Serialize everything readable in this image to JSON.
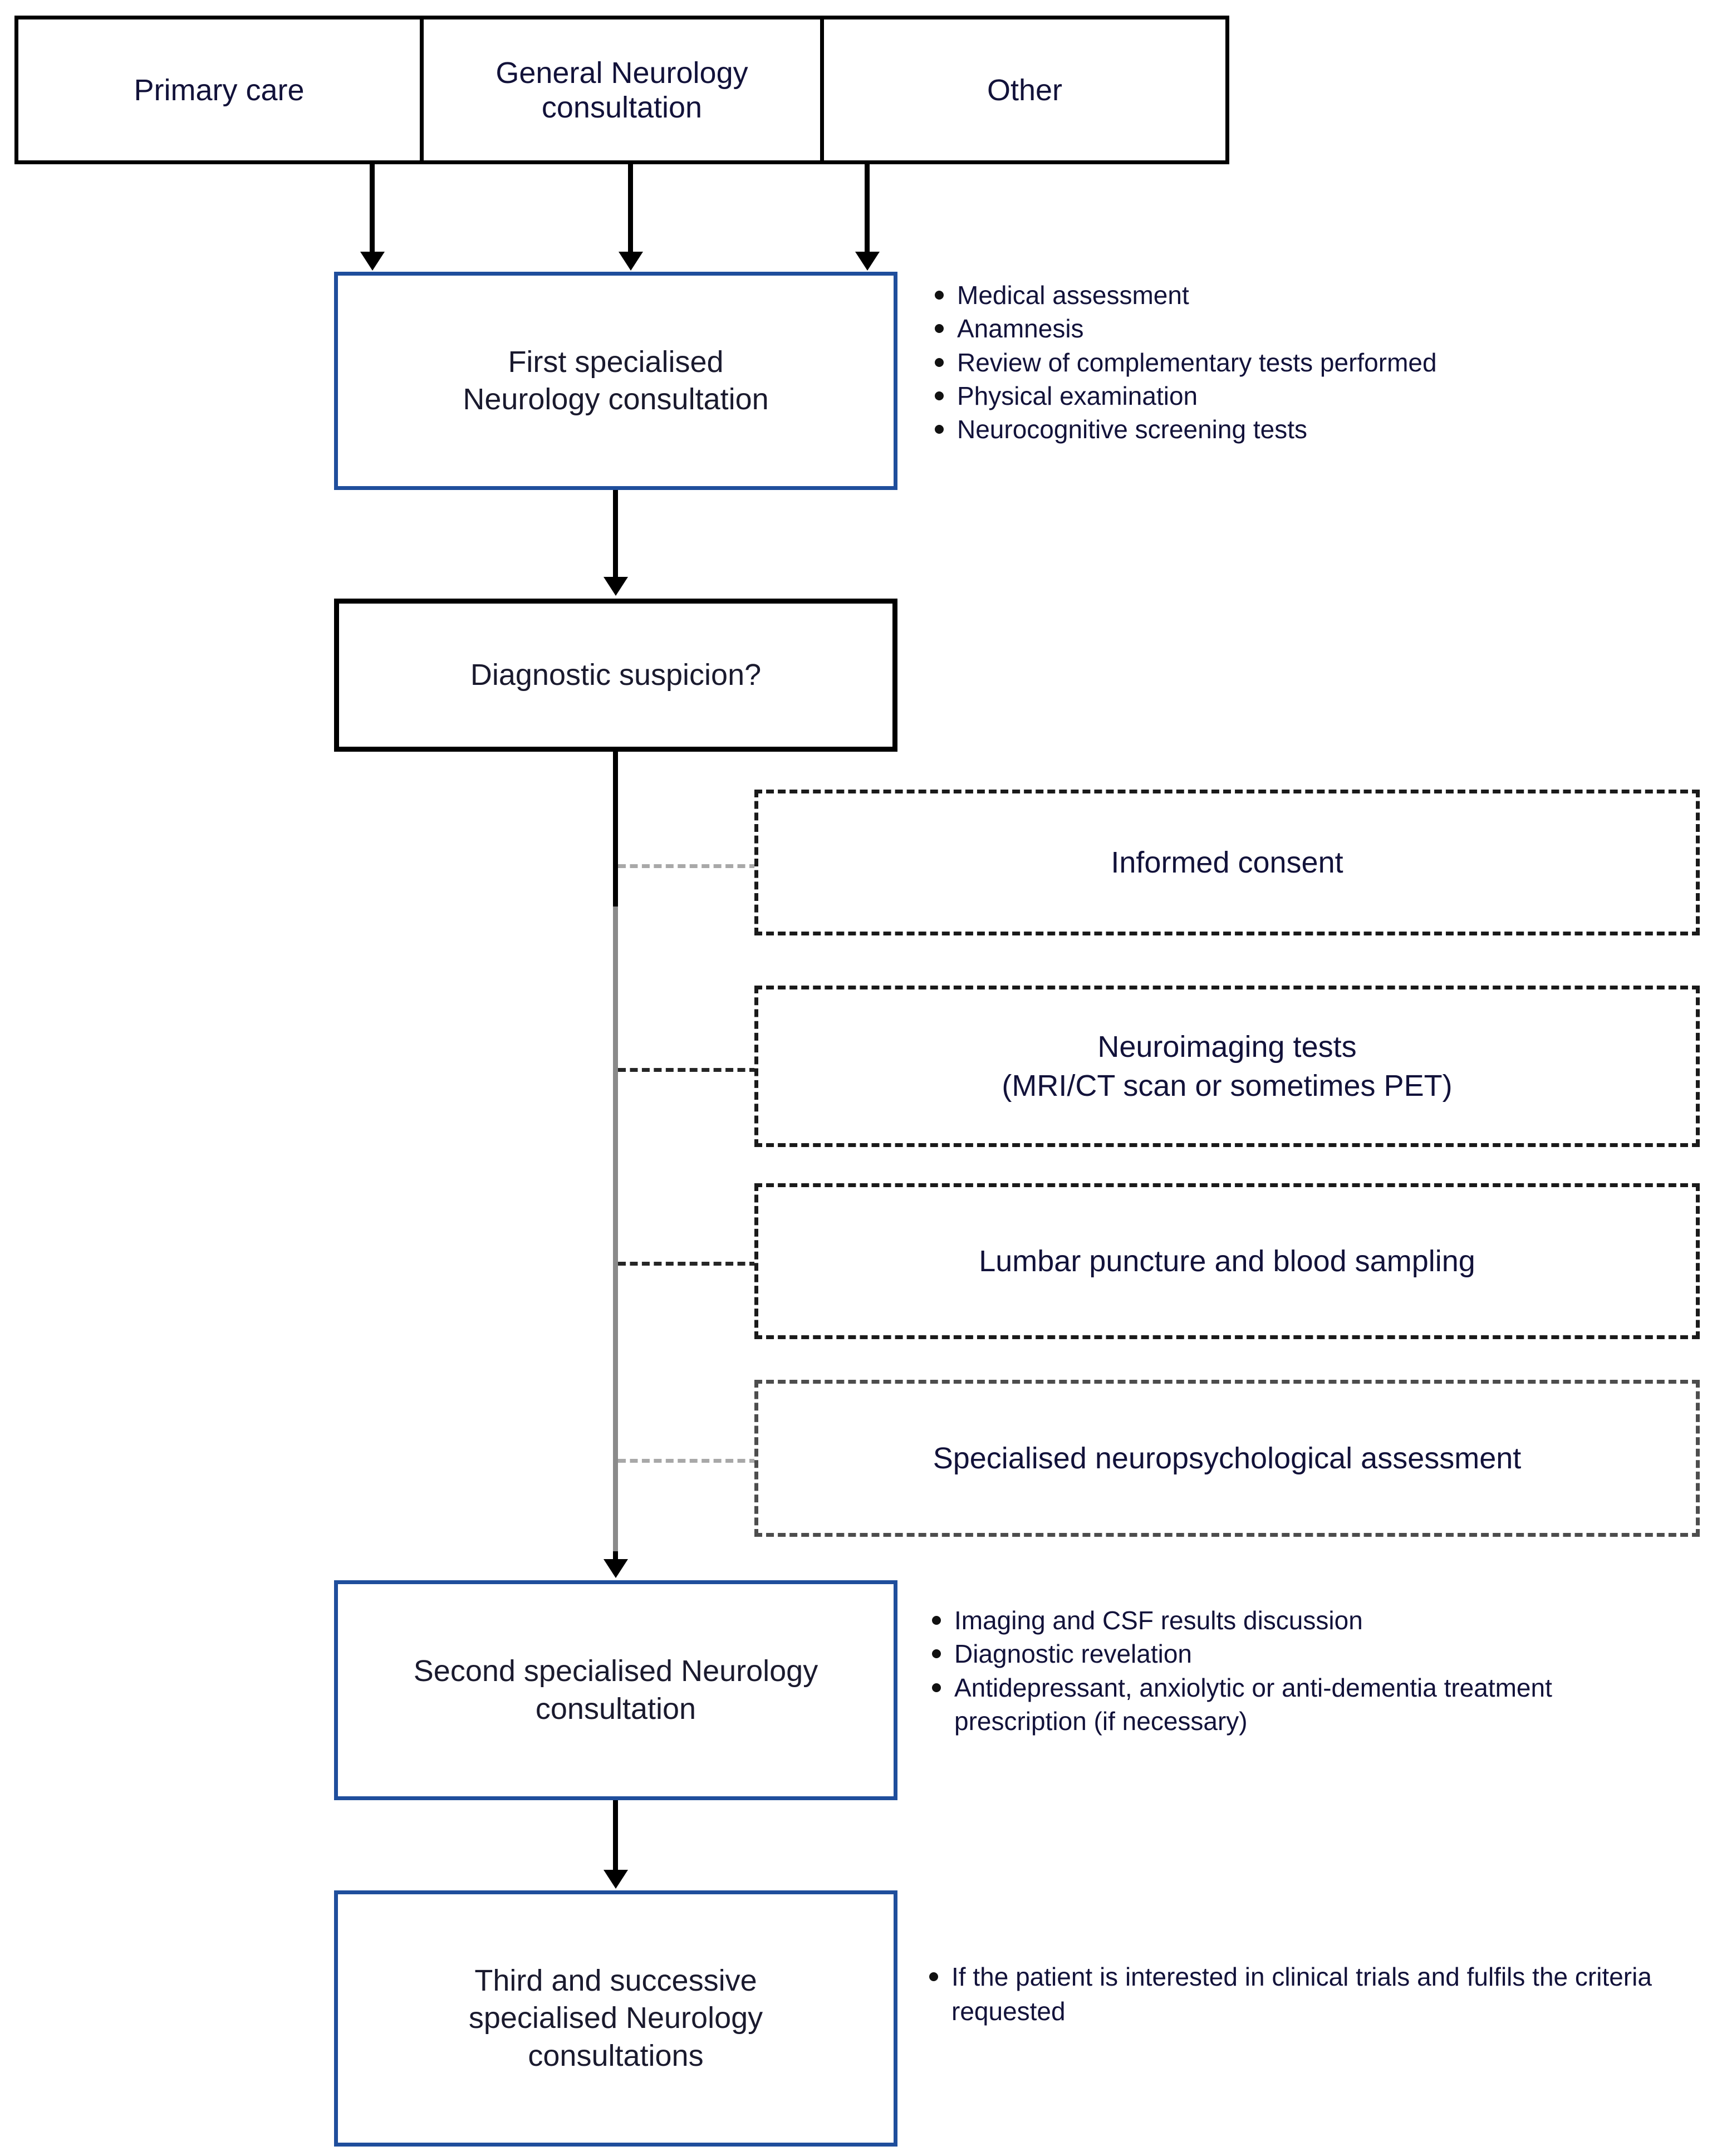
{
  "diagram": {
    "title": "Neurology diagnostic pathway flowchart",
    "colors": {
      "blue_border": "#1F4E9C",
      "black_border": "#000000",
      "text": "#12123A",
      "dashed_border": "#1A1A1A",
      "faint_connector": "#A8A8A8"
    },
    "referral_sources": [
      {
        "label": "Primary care"
      },
      {
        "label": "General Neurology consultation"
      },
      {
        "label": "Other"
      }
    ],
    "first_consultation": {
      "label": "First specialised\nNeurology consultation",
      "line1": "First specialised",
      "line2": "Neurology consultation",
      "bullets": [
        "Medical assessment",
        "Anamnesis",
        "Review of complementary tests performed",
        "Physical examination",
        "Neurocognitive screening tests"
      ]
    },
    "decision": {
      "label": "Diagnostic suspicion?"
    },
    "tests": [
      {
        "line1": "Informed consent",
        "line2": ""
      },
      {
        "line1": "Neuroimaging tests",
        "line2": "(MRI/CT scan or sometimes PET)"
      },
      {
        "line1": "Lumbar puncture and blood sampling",
        "line2": ""
      },
      {
        "line1": "Specialised neuropsychological assessment",
        "line2": ""
      }
    ],
    "second_consultation": {
      "line1": "Second specialised Neurology",
      "line2": "consultation",
      "bullets": [
        "Imaging and CSF results discussion",
        "Diagnostic revelation",
        "Antidepressant, anxiolytic or anti-dementia treatment prescription (if necessary)"
      ]
    },
    "third_consultation": {
      "line1": "Third and successive",
      "line2": "specialised Neurology",
      "line3": "consultations",
      "bullets": [
        "If the patient is interested in clinical trials and fulfils the criteria requested"
      ]
    }
  }
}
